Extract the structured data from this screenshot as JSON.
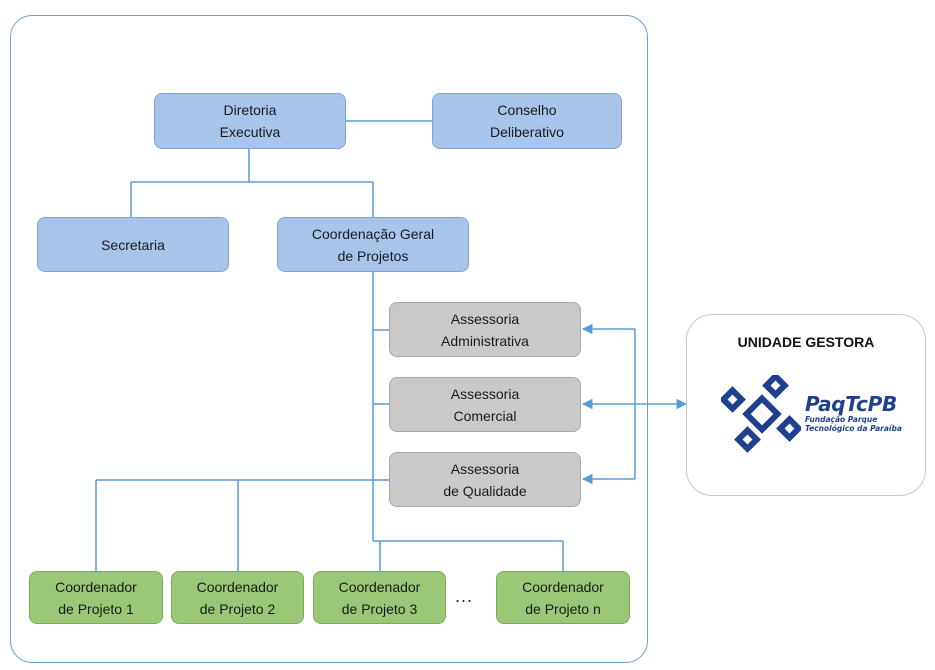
{
  "org": {
    "diretoria": [
      "Diretoria",
      "Executiva"
    ],
    "conselho": [
      "Conselho",
      "Deliberativo"
    ],
    "secretaria": [
      "Secretaria"
    ],
    "coordenacao": [
      "Coordenação Geral",
      "de Projetos"
    ],
    "assessorias": [
      [
        "Assessoria",
        "Administrativa"
      ],
      [
        "Assessoria",
        "Comercial"
      ],
      [
        "Assessoria",
        "de Qualidade"
      ]
    ],
    "coordenadores": [
      [
        "Coordenador",
        "de Projeto 1"
      ],
      [
        "Coordenador",
        "de Projeto 2"
      ],
      [
        "Coordenador",
        "de Projeto 3"
      ],
      [
        "Coordenador",
        "de Projeto n"
      ]
    ],
    "ellipsis": "..."
  },
  "unidade": {
    "title": "UNIDADE GESTORA",
    "logo_name": "PaqTcPB",
    "logo_sub_1": "Fundação Parque",
    "logo_sub_2": "Tecnológico da Paraíba"
  },
  "colors": {
    "frame": "#6a9fd4",
    "connector": "#5b9bd5",
    "blue_box": "#a9c4eb",
    "gray_box": "#c9c9c9",
    "green_box": "#9bc877",
    "logo": "#1f3f8f"
  }
}
